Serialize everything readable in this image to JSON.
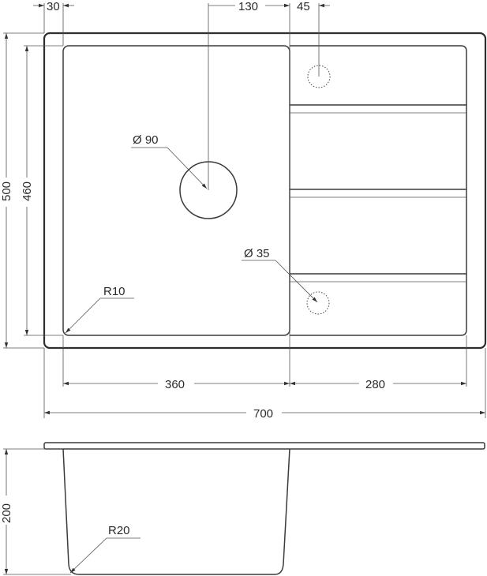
{
  "drawing": {
    "type": "technical-drawing",
    "subject": "kitchen sink with drainboard",
    "views": [
      "top-view",
      "side-section-view"
    ],
    "line_color": "#2e2e2e",
    "background": "#ffffff"
  },
  "top_view": {
    "dimensions": {
      "overall_width": "700",
      "overall_height": "500",
      "bowl_height": "460",
      "bowl_width": "360",
      "drainboard_width": "280",
      "edge_offset": "30",
      "drain_offset": "130",
      "tap_hole_offset": "45"
    },
    "callouts": {
      "drain_diameter": "Ø 90",
      "tap_hole_diameter": "Ø 35",
      "corner_radius": "R10"
    }
  },
  "side_view": {
    "dimensions": {
      "depth": "200"
    },
    "callouts": {
      "bottom_radius": "R20"
    }
  }
}
